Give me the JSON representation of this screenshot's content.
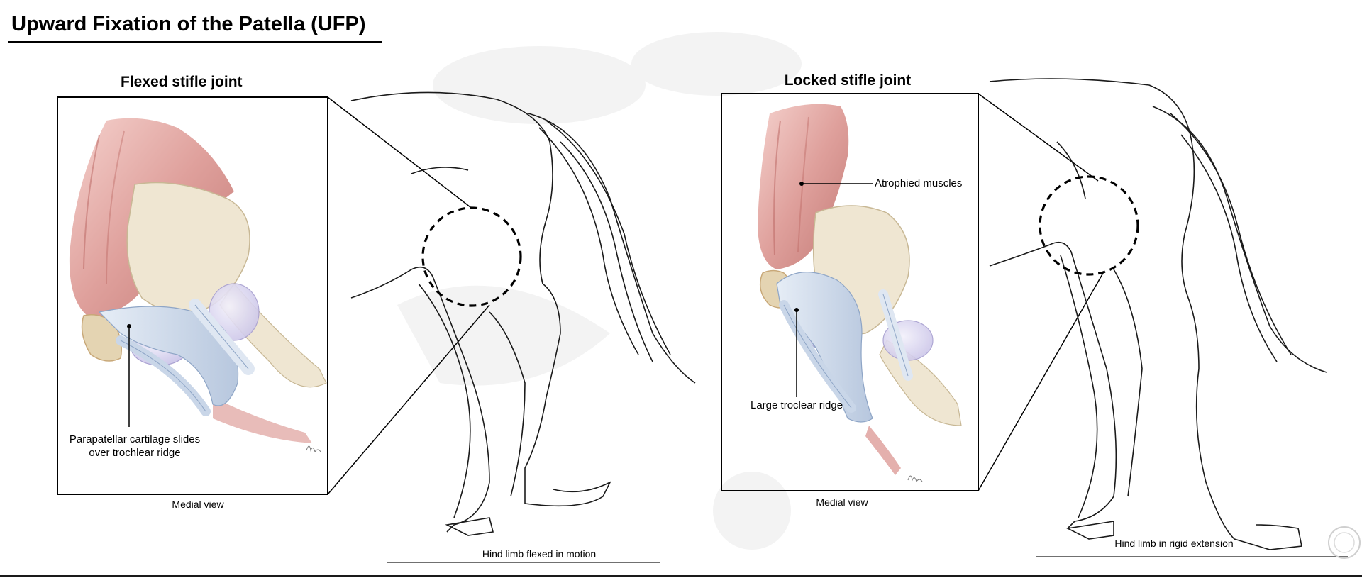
{
  "title": "Upward Fixation of the Patella (UFP)",
  "panels": [
    {
      "heading": "Flexed stifle joint",
      "view_caption": "Medial view",
      "annotation_line1": "Parapatellar cartilage slides",
      "annotation_line2": "over trochlear ridge",
      "limb_caption": "Hind limb flexed in motion"
    },
    {
      "heading": "Locked stifle joint",
      "view_caption": "Medial view",
      "annotation_top": "Atrophied muscles",
      "annotation_bottom": "Large troclear ridge",
      "limb_caption": "Hind limb in rigid extension"
    }
  ],
  "colors": {
    "muscle": "#d98f8a",
    "muscle_dark": "#b8625d",
    "ligament": "#c9d6e8",
    "cartilage": "#d6d2ee",
    "bone": "#efe6d2",
    "outline": "#1a1a1a",
    "watermark": "#f1f1f1"
  }
}
